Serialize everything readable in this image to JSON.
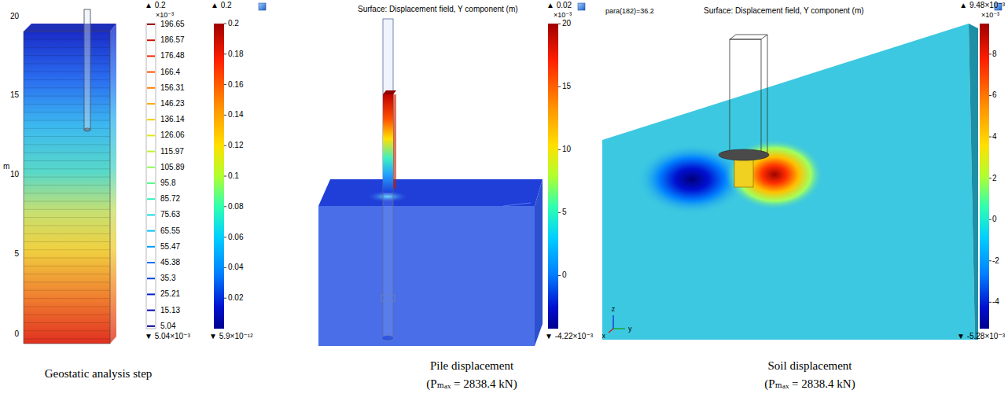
{
  "diagram": {
    "labels": [
      "20",
      "15",
      "10",
      "5",
      "0",
      "m",
      "▲ 0.2",
      "×10⁻³",
      "196.65",
      "186.57",
      "176.48",
      "166.4",
      "156.31",
      "146.23",
      "136.14",
      "126.06",
      "115.97",
      "105.89",
      "95.8",
      "85.72",
      "75.63",
      "65.55",
      "55.47",
      "45.38",
      "35.3",
      "25.21",
      "15.13",
      "5.04",
      "▼ 5.04×10⁻³",
      "▲ 0.2",
      "0.2",
      "0.18",
      "0.16",
      "0.14",
      "0.12",
      "0.1",
      "0.08",
      "0.06",
      "0.04",
      "0.02",
      "▼ 5.9×10⁻¹²",
      "Geostatic analysis step",
      "Surface: Displacement field, Y component (m)",
      "▲ 0.02",
      "×10⁻³",
      "20",
      "15",
      "10",
      "5",
      "0",
      "▼ -4.22×10⁻³",
      "Pile displacement",
      "(Pₘₐₓ = 2838.4 kN)",
      "para(182)=36.2",
      "Surface: Displacement field, Y component (m)",
      "▲ 9.48×10⁻³",
      "×10⁻³",
      "8",
      "6",
      "4",
      "2",
      "0",
      "-2",
      "-4",
      "▼ -5.28×10⁻³",
      "z",
      "y",
      "x",
      "Soil displacement",
      "(Pₘₐₓ = 2838.4 kN)"
    ]
  }
}
